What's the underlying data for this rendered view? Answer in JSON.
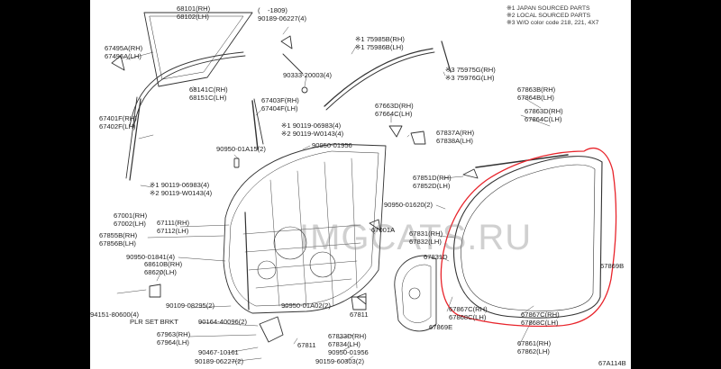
{
  "notes": [
    "※1 JAPAN SOURCED PARTS",
    "※2 LOCAL SOURCED PARTS",
    "※3 W/O color code 218, 221, 4X7"
  ],
  "diagram_code": "67A114B",
  "watermark": "IMGCATS.RU",
  "side_label": "67869B",
  "colors": {
    "outline": "#e8242b",
    "line": "#333333",
    "background": "#ffffff",
    "frame": "#000000"
  },
  "labels": {
    "p68101": [
      "68101(RH)",
      "68102(LH)"
    ],
    "p90189a": [
      "(    -1809)",
      "90189-06227(4)"
    ],
    "p67495": [
      "67495A(RH)",
      "67496A(LH)"
    ],
    "p90333": [
      "90333-20003(4)"
    ],
    "p75985": [
      "※1 75985B(RH)",
      "※1 75986B(LH)"
    ],
    "p75975": [
      "※3 75975G(RH)",
      "※3 75976G(LH)"
    ],
    "p68141": [
      "68141C(RH)",
      "68151C(LH)"
    ],
    "p67403": [
      "67403F(RH)",
      "67404F(LH)"
    ],
    "p67863": [
      "67863B(RH)",
      "67864B(LH)"
    ],
    "p67663": [
      "67663D(RH)",
      "67664C(LH)"
    ],
    "p67863d": [
      "67863D(RH)",
      "67864C(LH)"
    ],
    "p67401": [
      "67401F(RH)",
      "67402F(LH)"
    ],
    "p90119a": [
      "※1 90119-06983(4)",
      "※2 90119-W0143(4)"
    ],
    "p67837": [
      "67837A(RH)",
      "67838A(LH)"
    ],
    "p90950a": [
      "90950-01A15(2)"
    ],
    "p90950b": [
      "90950-01956"
    ],
    "p67851": [
      "67851D(RH)",
      "67852D(LH)"
    ],
    "p90119b": [
      "※1 90119-06983(4)",
      "※2 90119-W0143(4)"
    ],
    "p90950c": [
      "90950-01620(2)"
    ],
    "p67001": [
      "67001(RH)",
      "67002(LH)"
    ],
    "p67111": [
      "67111(RH)",
      "67112(LH)"
    ],
    "p67001a": [
      "67001A"
    ],
    "p67855": [
      "67855B(RH)",
      "67856B(LH)"
    ],
    "p67831": [
      "67831(RH)",
      "67832(LH)"
    ],
    "p90950d": [
      "90950-01841(4)"
    ],
    "p68610": [
      "68610B(RH)",
      "68620(LH)"
    ],
    "p67831d": [
      "67831D"
    ],
    "p90109": [
      "90109-08295(2)"
    ],
    "p94151": [
      "94151-80600(4)"
    ],
    "pPlr": [
      "PLR SET BRKT"
    ],
    "p90950e": [
      "90950-01A02(2)"
    ],
    "p67811": [
      "67811"
    ],
    "p90164": [
      "90164-40096(2)"
    ],
    "p67867c": [
      "67867C(RH)",
      "67868C(LH)"
    ],
    "p67867": [
      "67867C(RH)",
      "67868C(LH)"
    ],
    "p67963": [
      "67963(RH)",
      "67964(LH)"
    ],
    "p67811b": [
      "67811"
    ],
    "p67833": [
      "67833D(RH)",
      "67834(LH)"
    ],
    "p67869e": [
      "67869E"
    ],
    "p67861": [
      "67861(RH)",
      "67862(LH)"
    ],
    "p90467": [
      "90467-10161"
    ],
    "p90950f": [
      "90950-01956"
    ],
    "p90189b": [
      "90189-06227(2)"
    ],
    "p90159": [
      "90159-60303(2)"
    ]
  }
}
